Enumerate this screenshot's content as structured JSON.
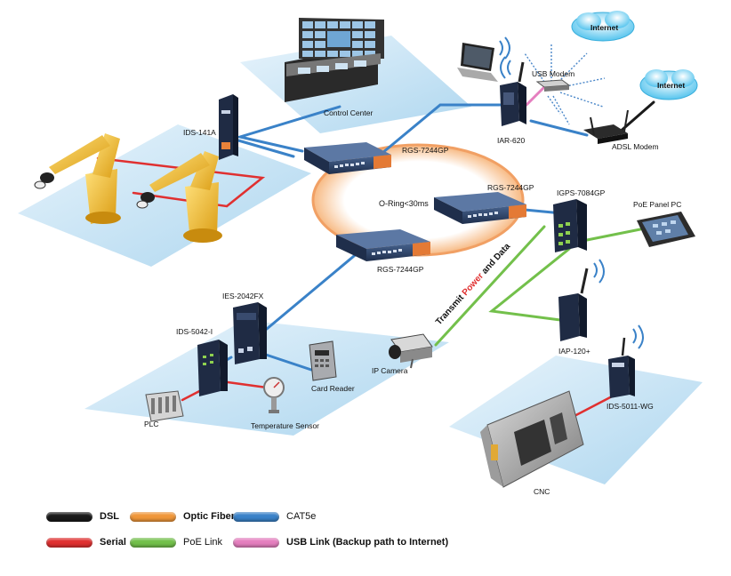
{
  "colors": {
    "dsl": "#1a1a1a",
    "optic_fiber": "#f0973a",
    "cat5e": "#3a82c8",
    "serial": "#e03030",
    "poe_link": "#73c04b",
    "usb_link": "#e57fbf",
    "platform": "#bfe0f3",
    "ring": "#f8c99a",
    "switch_body": "#2a3f63",
    "device_dark": "#1f2b44"
  },
  "clouds": {
    "internet_top": "Internet",
    "internet_right": "Internet"
  },
  "devices": {
    "control_center": "Control Center",
    "ids_141a": "IDS-141A",
    "rgs_top": "RGS-7244GP",
    "rgs_mid": "RGS-7244GP",
    "rgs_bottom": "RGS-7244GP",
    "iar_620": "IAR-620",
    "usb_modem": "USB Modem",
    "adsl_modem": "ADSL Modem",
    "igps": "IGPS-7084GP",
    "poe_panel_pc": "PoE Panel PC",
    "ies_2042fx": "IES-2042FX",
    "ids_5042i": "IDS-5042-I",
    "card_reader": "Card Reader",
    "ip_camera": "IP Camera",
    "plc": "PLC",
    "temperature_sensor": "Temperature Sensor",
    "iap_120": "IAP-120+",
    "ids_5011wg": "IDS-5011-WG",
    "cnc": "CNC"
  },
  "ring_label": "O-Ring<30ms",
  "transmit": {
    "part1": "Transmit ",
    "part2": "Power",
    "part3": " and Data"
  },
  "legend": [
    {
      "key": "dsl",
      "label": "DSL"
    },
    {
      "key": "optic_fiber",
      "label": "Optic Fiber"
    },
    {
      "key": "cat5e",
      "label": "CAT5e"
    },
    {
      "key": "serial",
      "label": "Serial"
    },
    {
      "key": "poe_link",
      "label": "PoE Link"
    },
    {
      "key": "usb_link",
      "label": "USB Link (Backup path to Internet)"
    }
  ]
}
